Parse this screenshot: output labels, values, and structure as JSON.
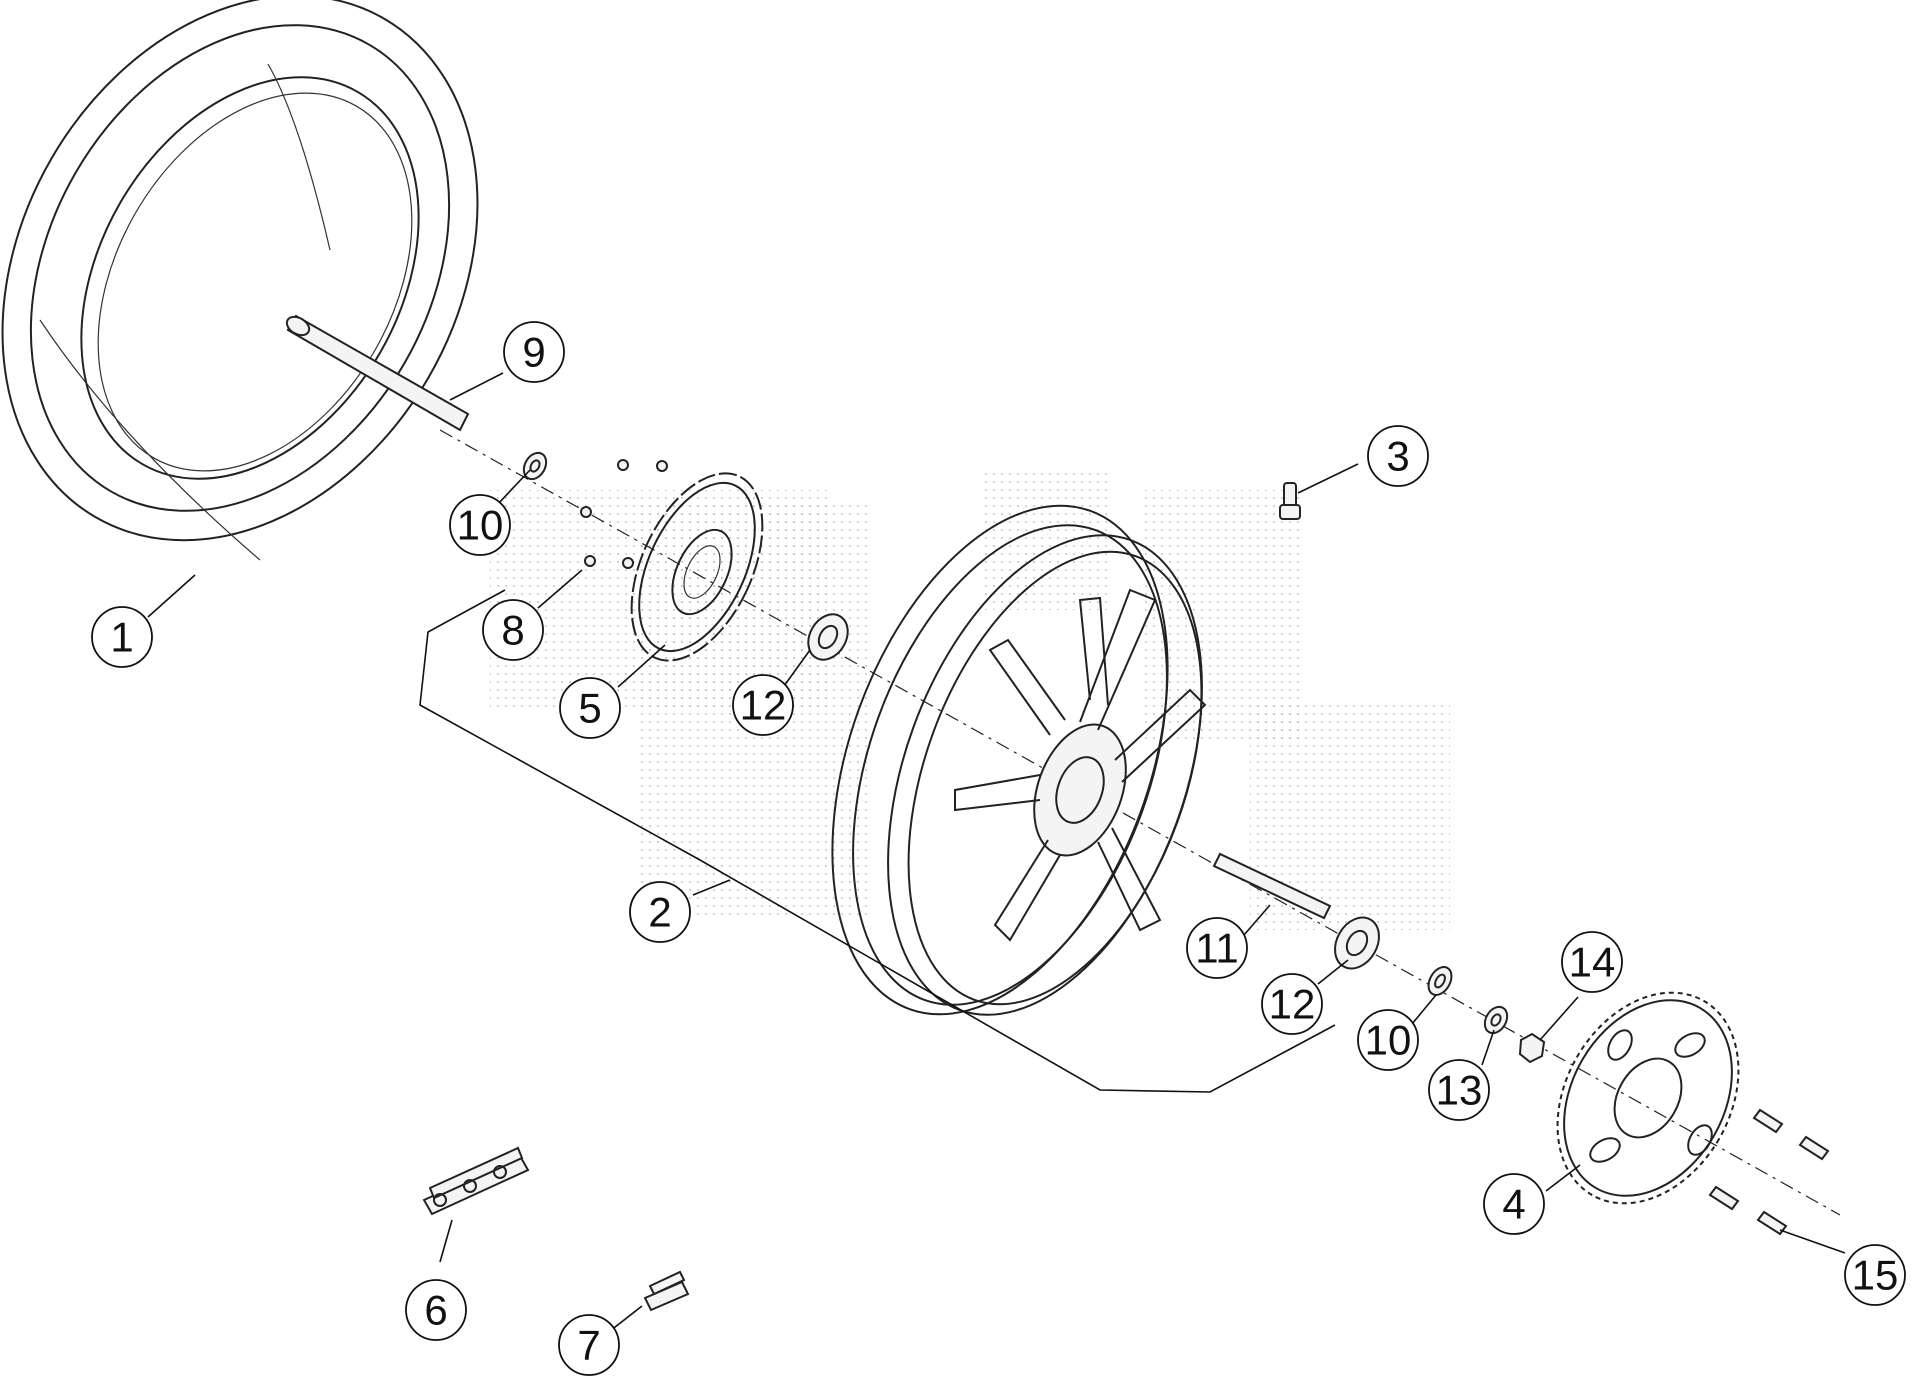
{
  "callouts": [
    {
      "id": "c1",
      "label": "1",
      "part": "tire"
    },
    {
      "id": "c2",
      "label": "2",
      "part": "wheel-assembly"
    },
    {
      "id": "c3",
      "label": "3",
      "part": "valve"
    },
    {
      "id": "c4",
      "label": "4",
      "part": "sprocket"
    },
    {
      "id": "c5",
      "label": "5",
      "part": "brake-disc"
    },
    {
      "id": "c6",
      "label": "6",
      "part": "chain"
    },
    {
      "id": "c7",
      "label": "7",
      "part": "chain-link"
    },
    {
      "id": "c8",
      "label": "8",
      "part": "disc-screw"
    },
    {
      "id": "c9",
      "label": "9",
      "part": "wheel-axle"
    },
    {
      "id": "c10a",
      "label": "10",
      "part": "washer-left"
    },
    {
      "id": "c10b",
      "label": "10",
      "part": "washer-right"
    },
    {
      "id": "c11",
      "label": "11",
      "part": "spacer"
    },
    {
      "id": "c12a",
      "label": "12",
      "part": "bearing-left"
    },
    {
      "id": "c12b",
      "label": "12",
      "part": "bearing-right"
    },
    {
      "id": "c13",
      "label": "13",
      "part": "washer"
    },
    {
      "id": "c14",
      "label": "14",
      "part": "nut"
    },
    {
      "id": "c15",
      "label": "15",
      "part": "sprocket-screw"
    }
  ],
  "colors": {
    "line": "#222222",
    "background": "#ffffff",
    "watermark": "#c8c8c8"
  }
}
